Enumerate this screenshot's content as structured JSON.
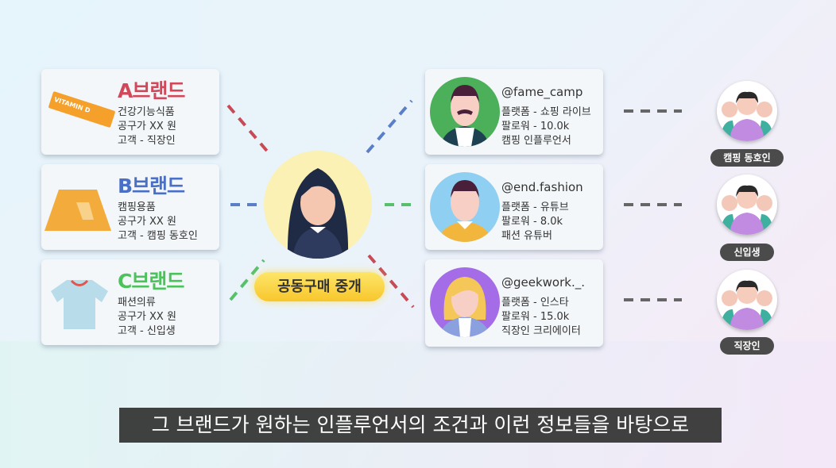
{
  "brands": [
    {
      "title": "A브랜드",
      "color": "#d0485a",
      "lines": [
        "건강기능식품",
        "공구가 XX 원",
        "고객 - 직장인"
      ],
      "icon": "vitamin-stick-icon",
      "icon_text": "VITAMIN D"
    },
    {
      "title": "B브랜드",
      "color": "#4a6fc7",
      "lines": [
        "캠핑용품",
        "공구가 XX 원",
        "고객 - 캠핑 동호인"
      ],
      "icon": "tent-icon"
    },
    {
      "title": "C브랜드",
      "color": "#4cc25a",
      "lines": [
        "패션의류",
        "공구가 XX 원",
        "고객 - 신입생"
      ],
      "icon": "tshirt-icon"
    }
  ],
  "broker": {
    "label": "공동구매 중개"
  },
  "influencers": [
    {
      "handle": "@fame_camp",
      "lines": [
        "플랫폼 - 쇼핑 라이브",
        "팔로워 - 10.0k",
        "캠핑 인플루언서"
      ],
      "bg": "#4caf5a"
    },
    {
      "handle": "@end.fashion",
      "lines": [
        "플랫폼 - 유튜브",
        "팔로워 - 8.0k",
        "패션 유튜버"
      ],
      "bg": "#8fd0f2"
    },
    {
      "handle": "@geekwork._.",
      "lines": [
        "플랫폼 - 인스타",
        "팔로워 - 15.0k",
        "직장인 크리에이터"
      ],
      "bg": "#a46ce6"
    }
  ],
  "groups": [
    {
      "label": "캠핑 동호인"
    },
    {
      "label": "신입생"
    },
    {
      "label": "직장인"
    }
  ],
  "subtitle": "그 브랜드가 원하는 인플루언서의 조건과 이런 정보들을 바탕으로"
}
